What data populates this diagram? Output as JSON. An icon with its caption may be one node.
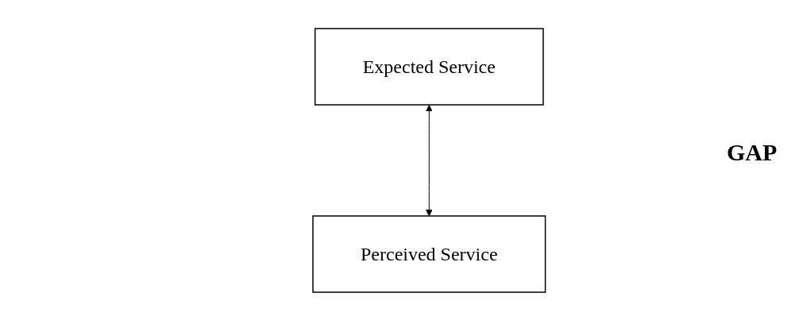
{
  "diagram": {
    "nodes": [
      {
        "text": [
          "Expected Service"
        ]
      },
      {
        "text": [
          "Perceived Service"
        ]
      }
    ],
    "edges": [
      {
        "from": 0,
        "to": 1,
        "arrow": "both"
      }
    ],
    "labels": [
      "GAP"
    ]
  }
}
